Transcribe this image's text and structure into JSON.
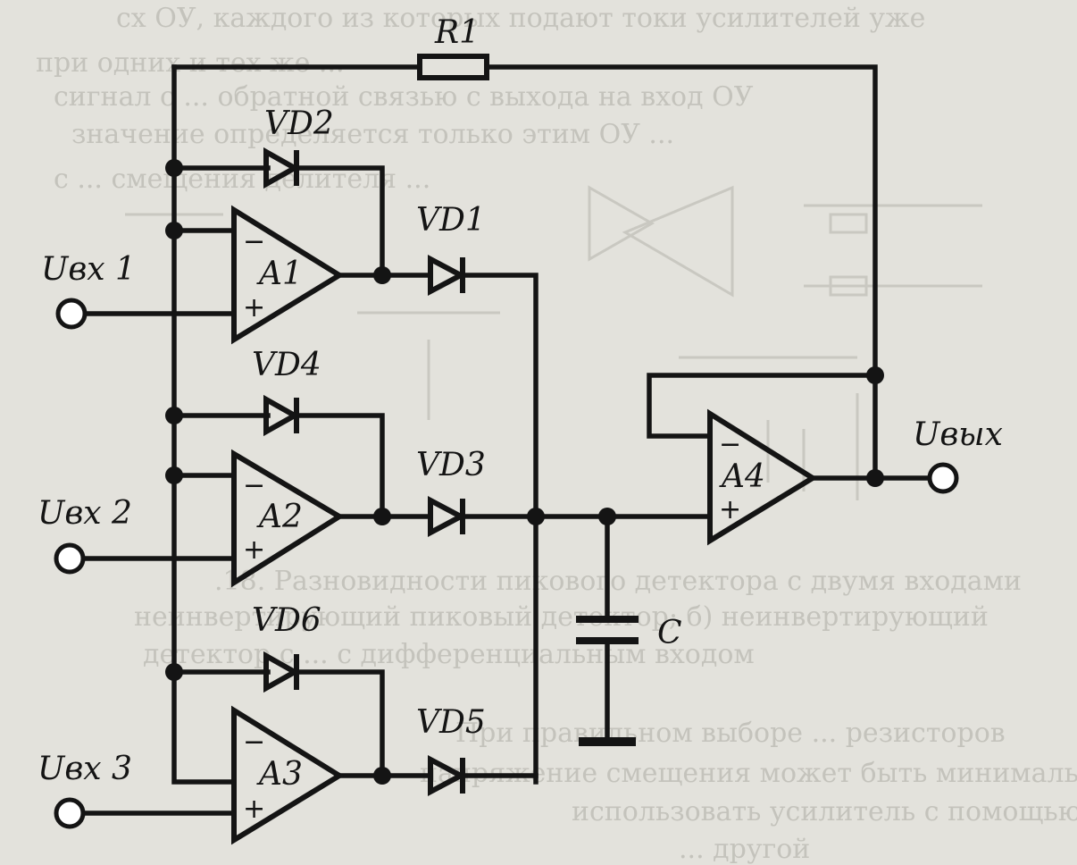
{
  "components": {
    "r1": "R1",
    "c": "C",
    "a1": "A1",
    "a2": "A2",
    "a3": "A3",
    "a4": "A4",
    "vd1": "VD1",
    "vd2": "VD2",
    "vd3": "VD3",
    "vd4": "VD4",
    "vd5": "VD5",
    "vd6": "VD6"
  },
  "terminals": {
    "in1": "Uвх 1",
    "in2": "Uвх 2",
    "in3": "Uвх 3",
    "out": "Uвых"
  },
  "opamp_signs": {
    "minus": "−",
    "plus": "+"
  }
}
